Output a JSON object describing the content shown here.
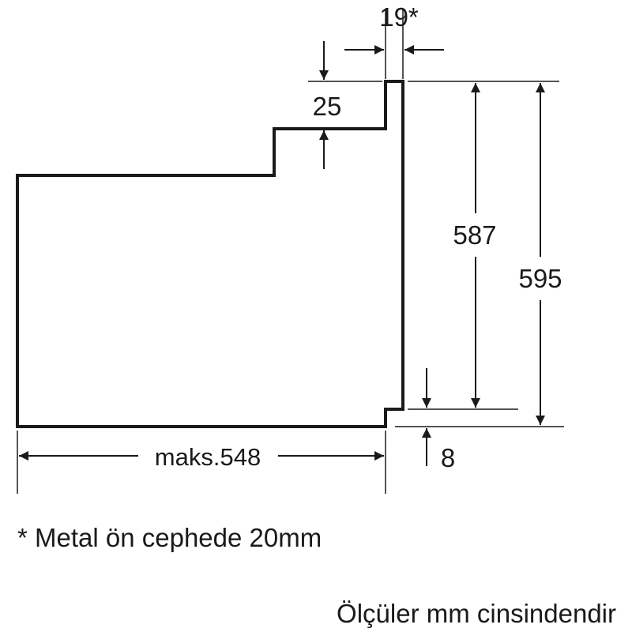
{
  "diagram": {
    "dimensions": {
      "depth_max": "maks.548",
      "front_thickness": "19*",
      "top_step": "25",
      "inner_height": "587",
      "total_height": "595",
      "bottom_offset": "8"
    },
    "footnote": "* Metal ön cephede 20mm",
    "units_note": "Ölçüler mm cinsindendir"
  },
  "colors": {
    "line": "#1a1a1a",
    "background": "#ffffff"
  }
}
